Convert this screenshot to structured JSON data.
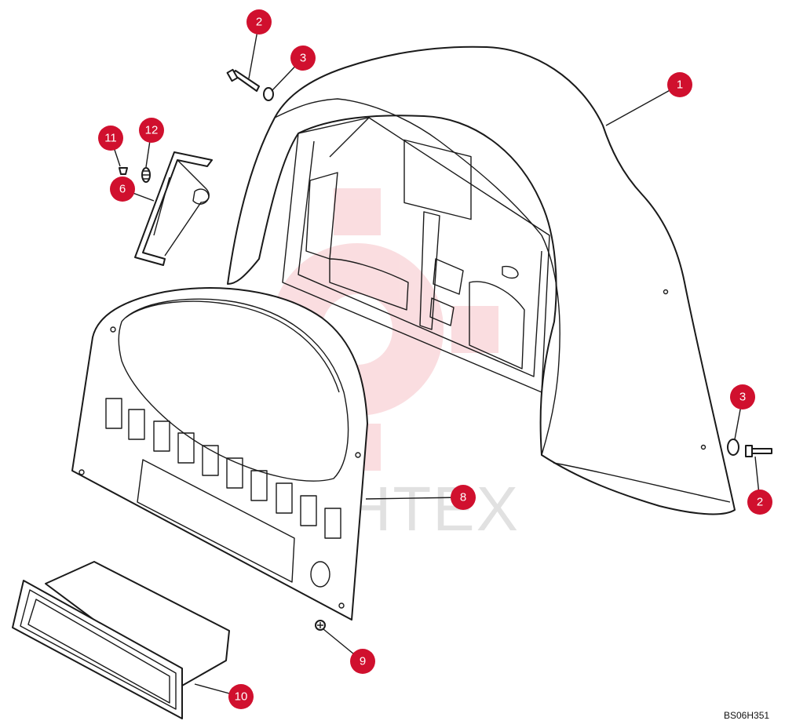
{
  "diagram": {
    "callout_color": "#d0102e",
    "reference_code": "BS06H351",
    "watermark_text": "MHTEX",
    "watermark_color": "#f2a0a8",
    "callouts": [
      {
        "id": "c1",
        "label": "1"
      },
      {
        "id": "c2a",
        "label": "2"
      },
      {
        "id": "c2b",
        "label": "2"
      },
      {
        "id": "c3a",
        "label": "3"
      },
      {
        "id": "c3b",
        "label": "3"
      },
      {
        "id": "c6",
        "label": "6"
      },
      {
        "id": "c8",
        "label": "8"
      },
      {
        "id": "c9",
        "label": "9"
      },
      {
        "id": "c10",
        "label": "10"
      },
      {
        "id": "c11",
        "label": "11"
      },
      {
        "id": "c12",
        "label": "12"
      }
    ]
  }
}
